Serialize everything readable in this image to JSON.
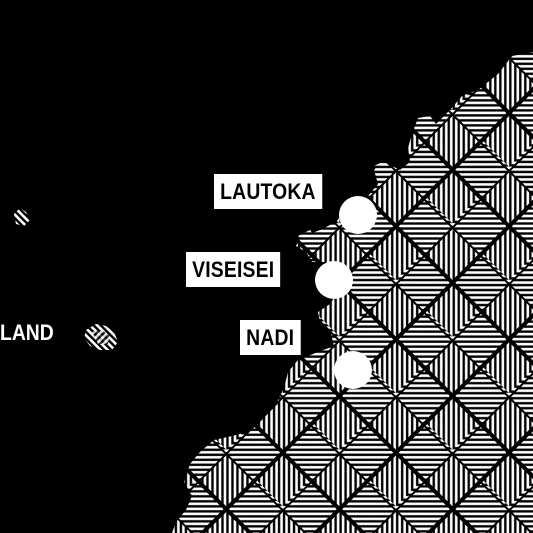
{
  "map": {
    "background_color": "#000000",
    "land_pattern": "diagonal-weave-stripes",
    "land_colors": {
      "stripe": "#ffffff",
      "gap": "#000000"
    },
    "places": [
      {
        "id": "lautoka",
        "label": "LAUTOKA",
        "marker": "white-dot"
      },
      {
        "id": "viseisei",
        "label": "VISEISEI",
        "marker": "white-dot"
      },
      {
        "id": "nadi",
        "label": "NADI",
        "marker": "white-dot"
      }
    ],
    "islands": [
      {
        "id": "left-island",
        "label": "LAND"
      }
    ]
  }
}
